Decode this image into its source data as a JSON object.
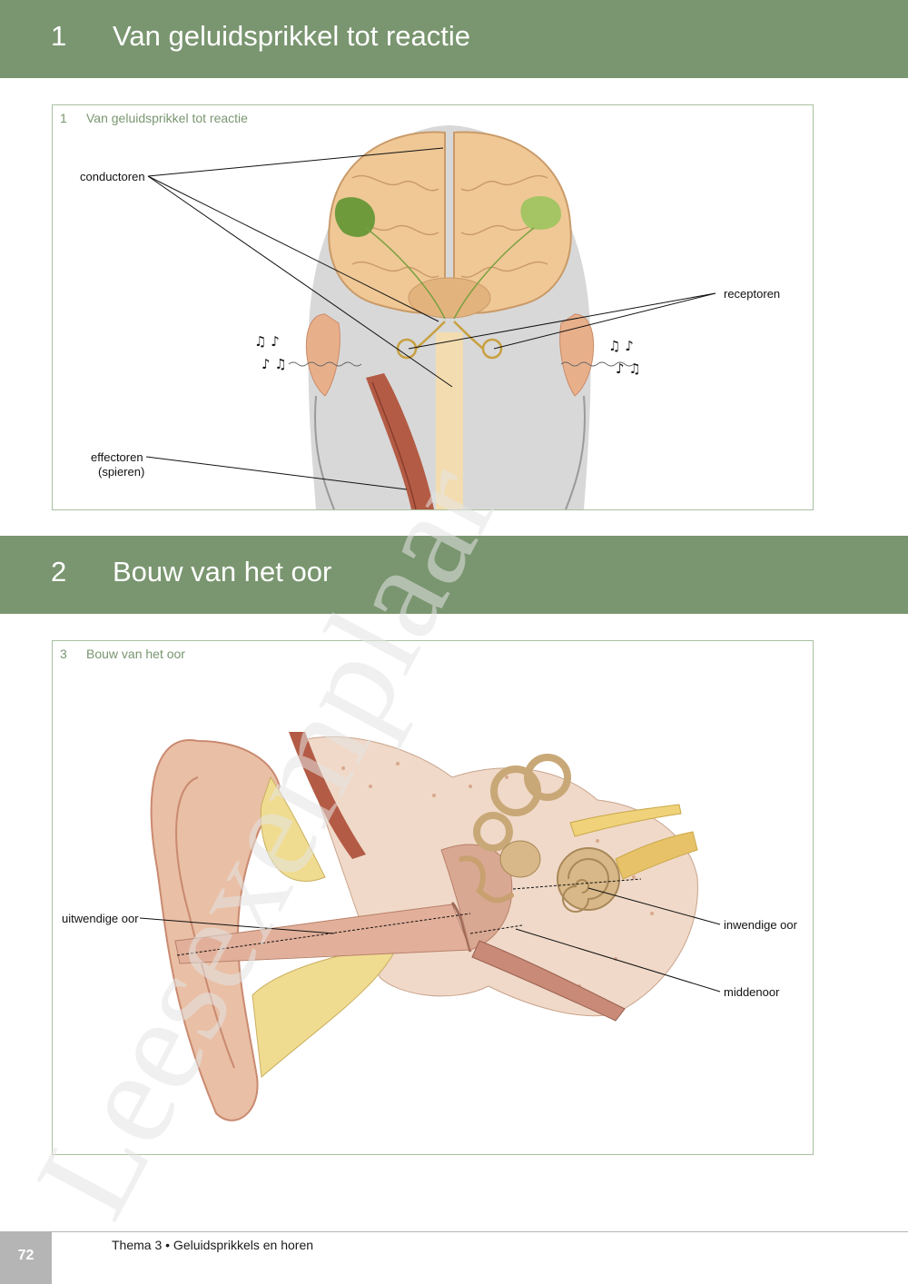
{
  "section1": {
    "number": "1",
    "title": "Van geluidsprikkel tot reactie"
  },
  "figure1": {
    "number": "1",
    "caption": "Van geluidsprikkel tot reactie",
    "labels": {
      "conductors": "conductoren",
      "receptors": "receptoren",
      "effectors_line1": "effectoren",
      "effectors_line2": "(spieren)"
    }
  },
  "section2": {
    "number": "2",
    "title": "Bouw van het oor"
  },
  "figure2": {
    "number": "3",
    "caption": "Bouw van het oor",
    "labels": {
      "outer_ear": "uitwendige oor",
      "inner_ear": "inwendige oor",
      "middle_ear": "middenoor"
    }
  },
  "footer": {
    "page_number": "72",
    "text": "Thema 3 • Geluidsprikkels en horen"
  },
  "watermark": {
    "text": "Leesexemplaar"
  },
  "colors": {
    "accent": "#7a9670",
    "frame_border": "#a9c0a0",
    "footer_gray": "#b5b5b5"
  }
}
